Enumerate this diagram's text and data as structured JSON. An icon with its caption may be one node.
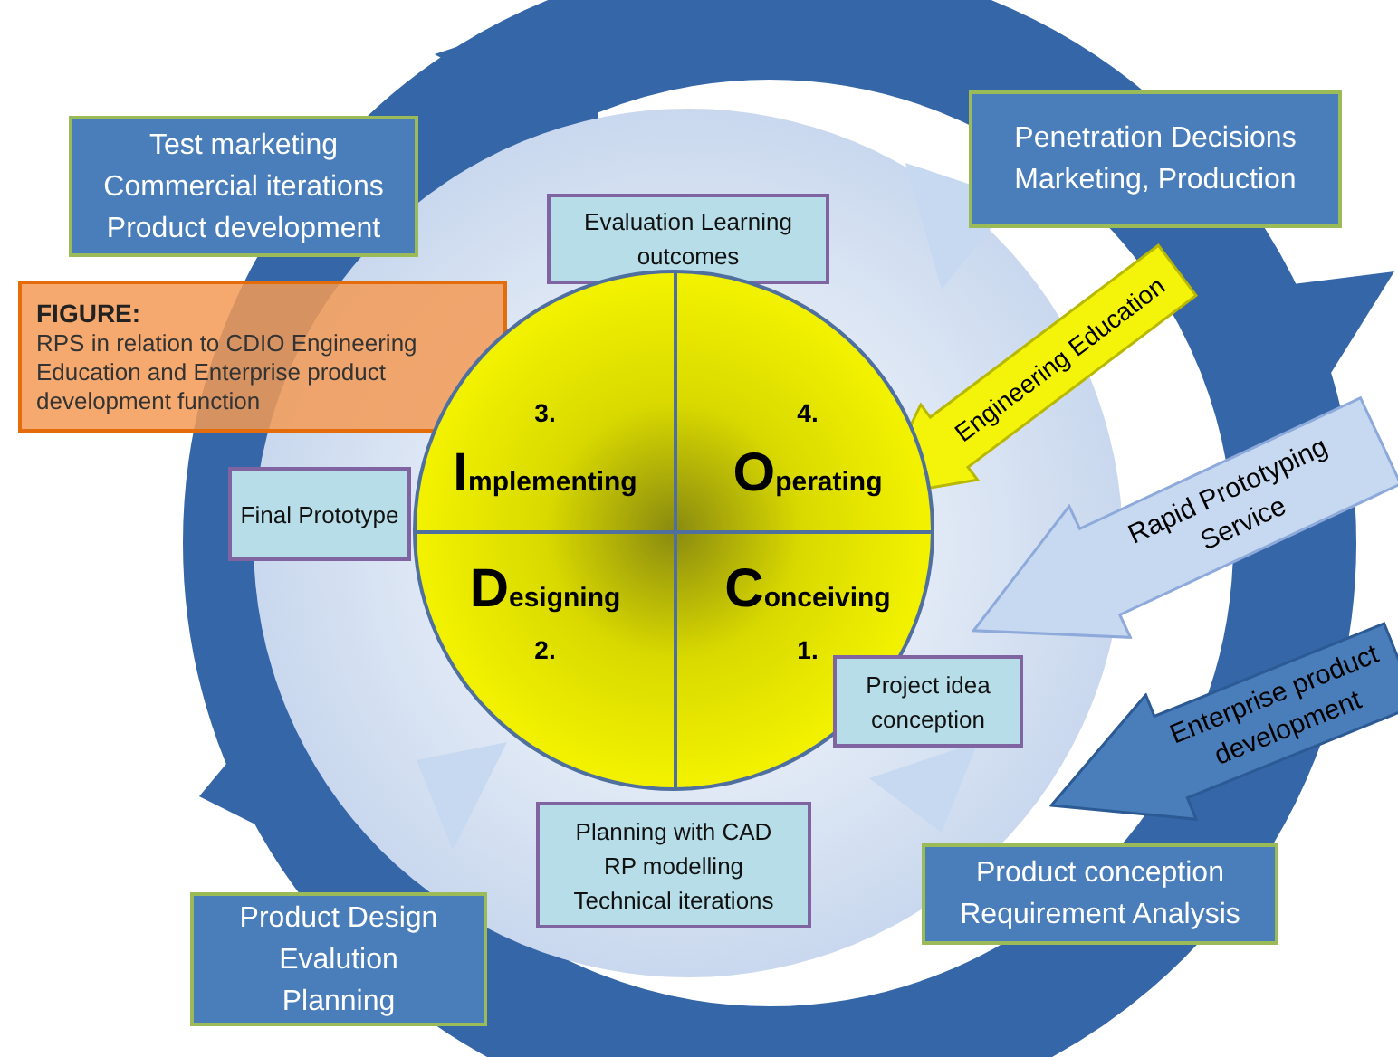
{
  "diagram": {
    "nodes": [
      {
        "text": [
          "Test marketing Commercial iterations Product development"
        ]
      },
      {
        "text": [
          "Penetration Decisions Marketing, Production"
        ]
      },
      {
        "text": [
          "FIGURE:",
          "RPS in relation to CDIO Engineering Education and Enterprise product development function"
        ]
      },
      {
        "text": [
          "Evaluation Learning outcomes"
        ]
      },
      {
        "text": [
          "Engineering Education"
        ]
      },
      {
        "text": [],
        "shape": "circle"
      },
      {
        "text": [
          "3.",
          "Implementing"
        ],
        "in": 5
      },
      {
        "text": [
          "4.",
          "Operating"
        ],
        "in": 5
      },
      {
        "text": [
          "Designing",
          "2."
        ],
        "in": 5
      },
      {
        "text": [
          "Conceiving",
          "1."
        ],
        "in": 5
      },
      {
        "text": [
          "Final Prototype"
        ]
      },
      {
        "text": [
          "Rapid Prototyping Service"
        ]
      },
      {
        "text": [
          "Project idea conception"
        ]
      },
      {
        "text": [
          "Enterprise product development"
        ]
      },
      {
        "text": [
          "Planning with CAD RP modelling Technical iterations"
        ]
      },
      {
        "text": [
          "Product conception Requirement Analysis"
        ]
      },
      {
        "text": [
          "Product Design Evalution Planning"
        ]
      }
    ]
  }
}
